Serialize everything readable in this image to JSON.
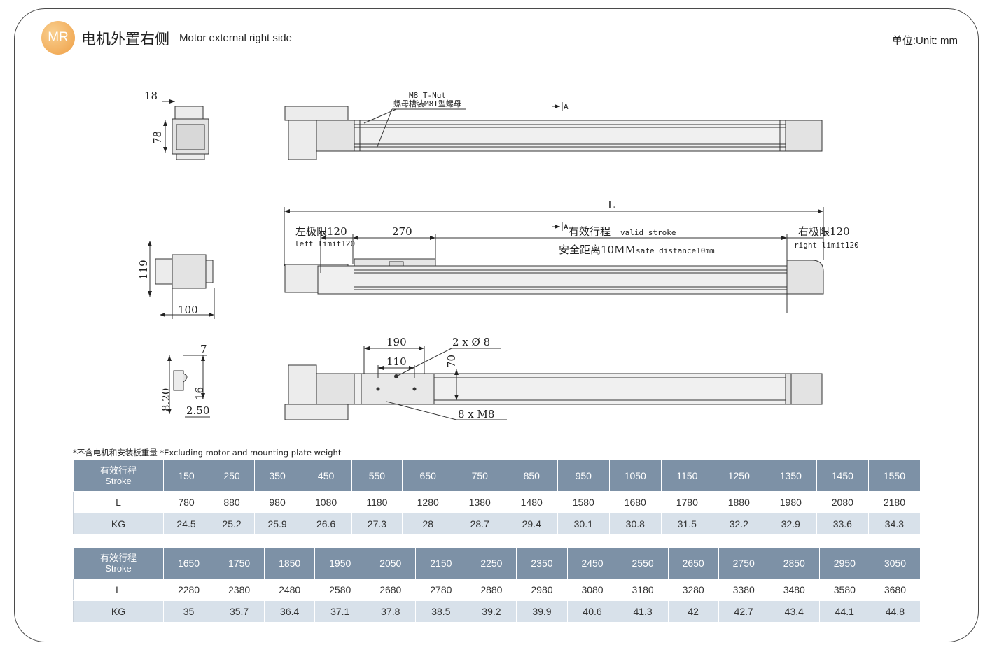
{
  "header": {
    "badge": "MR",
    "title_cn": "电机外置右侧",
    "title_en": "Motor external right side",
    "unit": "单位:Unit: mm"
  },
  "drawing": {
    "top_view": {
      "tnut_en": "M8 T-Nut",
      "tnut_cn": "螺母槽装M8T型螺母",
      "section_mark": "A"
    },
    "front_view": {
      "length_label": "L",
      "left_limit_cn": "左极限120",
      "left_limit_en": "left limit120",
      "carriage_width": "270",
      "valid_stroke_cn": "有效行程",
      "valid_stroke_en": "valid stroke",
      "safe_distance_cn": "安全距离10MM",
      "safe_distance_en": "safe distance10mm",
      "right_limit_cn": "右极限120",
      "right_limit_en": "right limit120",
      "section_mark": "A"
    },
    "bottom_view": {
      "dim_190": "190",
      "dim_110": "110",
      "dim_70": "70",
      "holes": "2 x Ø 8",
      "screws": "8 x M8"
    },
    "side_views": {
      "dim_18": "18",
      "dim_78": "78",
      "dim_119": "119",
      "dim_100": "100",
      "dim_7": "7",
      "dim_820": "8.20",
      "dim_16": "16",
      "dim_250": "2.50"
    }
  },
  "note": "*不含电机和安装板重量  *Excluding motor and mounting plate weight",
  "tables": [
    {
      "header_cn": "有效行程",
      "header_en": "Stroke",
      "stroke": [
        "150",
        "250",
        "350",
        "450",
        "550",
        "650",
        "750",
        "850",
        "950",
        "1050",
        "1150",
        "1250",
        "1350",
        "1450",
        "1550"
      ],
      "L_label": "L",
      "L": [
        "780",
        "880",
        "980",
        "1080",
        "1180",
        "1280",
        "1380",
        "1480",
        "1580",
        "1680",
        "1780",
        "1880",
        "1980",
        "2080",
        "2180"
      ],
      "KG_label": "KG",
      "KG": [
        "24.5",
        "25.2",
        "25.9",
        "26.6",
        "27.3",
        "28",
        "28.7",
        "29.4",
        "30.1",
        "30.8",
        "31.5",
        "32.2",
        "32.9",
        "33.6",
        "34.3"
      ]
    },
    {
      "header_cn": "有效行程",
      "header_en": "Stroke",
      "stroke": [
        "1650",
        "1750",
        "1850",
        "1950",
        "2050",
        "2150",
        "2250",
        "2350",
        "2450",
        "2550",
        "2650",
        "2750",
        "2850",
        "2950",
        "3050"
      ],
      "L_label": "L",
      "L": [
        "2280",
        "2380",
        "2480",
        "2580",
        "2680",
        "2780",
        "2880",
        "2980",
        "3080",
        "3180",
        "3280",
        "3380",
        "3480",
        "3580",
        "3680"
      ],
      "KG_label": "KG",
      "KG": [
        "35",
        "35.7",
        "36.4",
        "37.1",
        "37.8",
        "38.5",
        "39.2",
        "39.9",
        "40.6",
        "41.3",
        "42",
        "42.7",
        "43.4",
        "44.1",
        "44.8"
      ]
    }
  ]
}
